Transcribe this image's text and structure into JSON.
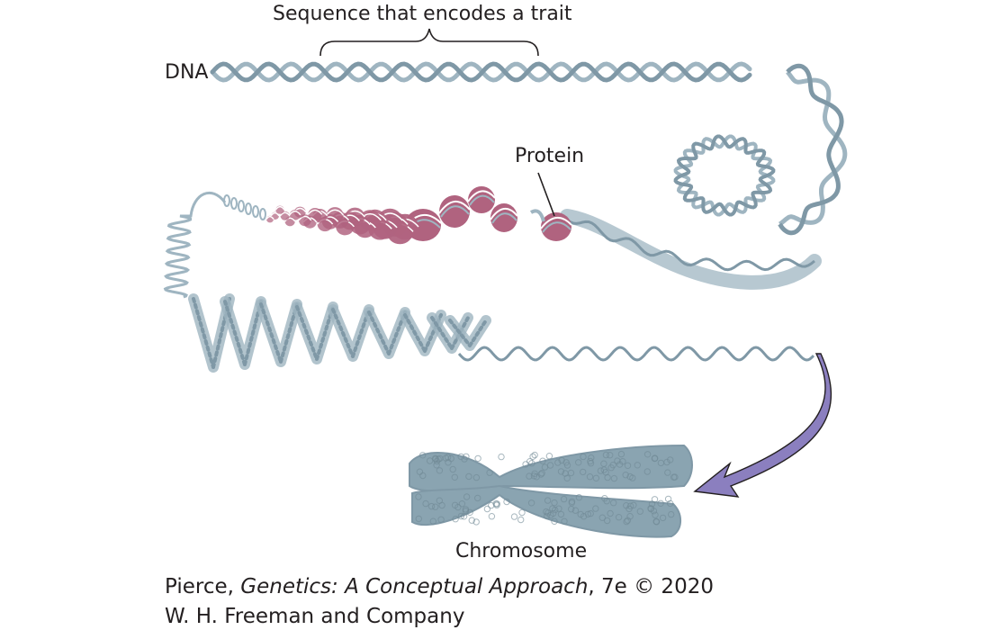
{
  "labels": {
    "dna": "DNA",
    "trait_sequence": "Sequence that encodes a trait",
    "protein": "Protein",
    "chromosome": "Chromosome"
  },
  "credit": {
    "line1_author": "Pierce, ",
    "line1_title": "Genetics: A Conceptual Approach",
    "line1_edition": ", 7e © 2020",
    "line2": "W. H. Freeman and Company"
  },
  "colors": {
    "dna_strand": "#9fb5c1",
    "dna_dark": "#7f98a6",
    "protein": "#b0637f",
    "chromosome": "#8aa4b1",
    "arrow": "#8b7fbf",
    "text": "#231f20"
  }
}
